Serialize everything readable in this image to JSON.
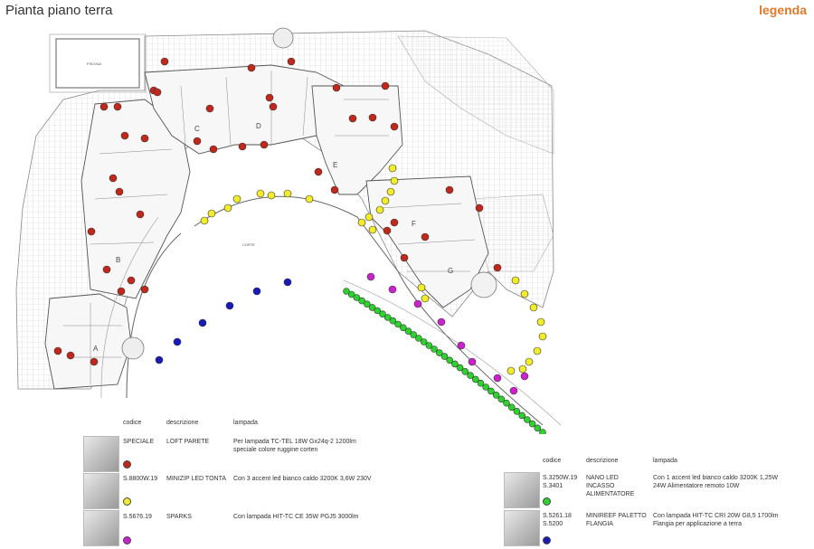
{
  "title": "Pianta piano terra",
  "legend_title": "legenda",
  "plan_labels": {
    "piscina": "PISCINA",
    "units": [
      "A",
      "B",
      "C",
      "D",
      "E",
      "F",
      "G"
    ],
    "corte": "CORTE"
  },
  "colors": {
    "red": "#c0281b",
    "yellow": "#f2ec2a",
    "magenta": "#cc22cc",
    "green": "#2ed12e",
    "blue": "#1a1ab8",
    "legend_accent": "#e07a2b"
  },
  "legend_headers": {
    "left": {
      "codice": "codice",
      "descrizione": "descrizione",
      "lampada": "lampada"
    },
    "right": {
      "codice": "codice",
      "descrizione": "descrizione",
      "lampada": "lampada"
    }
  },
  "legend_left": [
    {
      "codice": "SPECIALE",
      "descrizione": "LOFT PARETE",
      "lampada": "Per lampada TC-TEL 18W Gx24q-2 1200lm speciale colore ruggine corten",
      "color": "red",
      "icon": "wall-lamp-icon"
    },
    {
      "codice": "S.8800W.19",
      "descrizione": "MINIZIP LED TONTA",
      "lampada": "Con 3 accent led bianco caldo 3200K 3,6W 230V",
      "color": "yellow",
      "icon": "recessed-led-icon"
    },
    {
      "codice": "S.5676.19",
      "descrizione": "SPARKS",
      "lampada": "Con lampada HIT-TC CE 35W PGJ5 3000lm",
      "color": "magenta",
      "icon": "ground-spot-icon"
    }
  ],
  "legend_right": [
    {
      "codice": "S.3250W.19 S.3401",
      "descrizione": "NANO LED INCASSO ALIMENTATORE",
      "lampada": "Con 1 accent led bianco caldo 3200K 1,25W 24W Alimentatore remoto 10W",
      "color": "green",
      "icon": "nano-led-icon"
    },
    {
      "codice": "S.5261.18 S.5200",
      "descrizione": "MINIREEF PALETTO FLANGIA",
      "lampada": "Con lampada HIT-TC CRI 20W G8,5 1700lm Flangia per applicazione a terra",
      "color": "blue",
      "icon": "bollard-icon"
    }
  ]
}
